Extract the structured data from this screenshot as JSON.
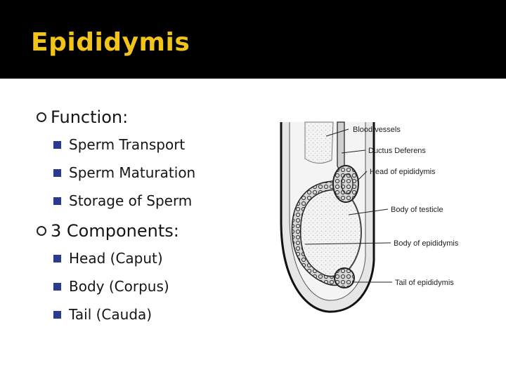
{
  "slide": {
    "title": "Epididymis"
  },
  "bullets": {
    "function_heading": "Function:",
    "function_items": [
      "Sperm Transport",
      "Sperm Maturation",
      "Storage of Sperm"
    ],
    "components_heading": "3 Components:",
    "components_items": [
      "Head (Caput)",
      "Body (Corpus)",
      "Tail (Cauda)"
    ]
  },
  "figure": {
    "labels": [
      "Blood vessels",
      "Ductus Deferens",
      "Head of epididymis",
      "Body of testicle",
      "Body of epididymis",
      "Tail of epididymis"
    ]
  },
  "colors": {
    "title_bar": "#000000",
    "title_text": "#f2c319",
    "sub_bullet": "#2c3a8e"
  }
}
